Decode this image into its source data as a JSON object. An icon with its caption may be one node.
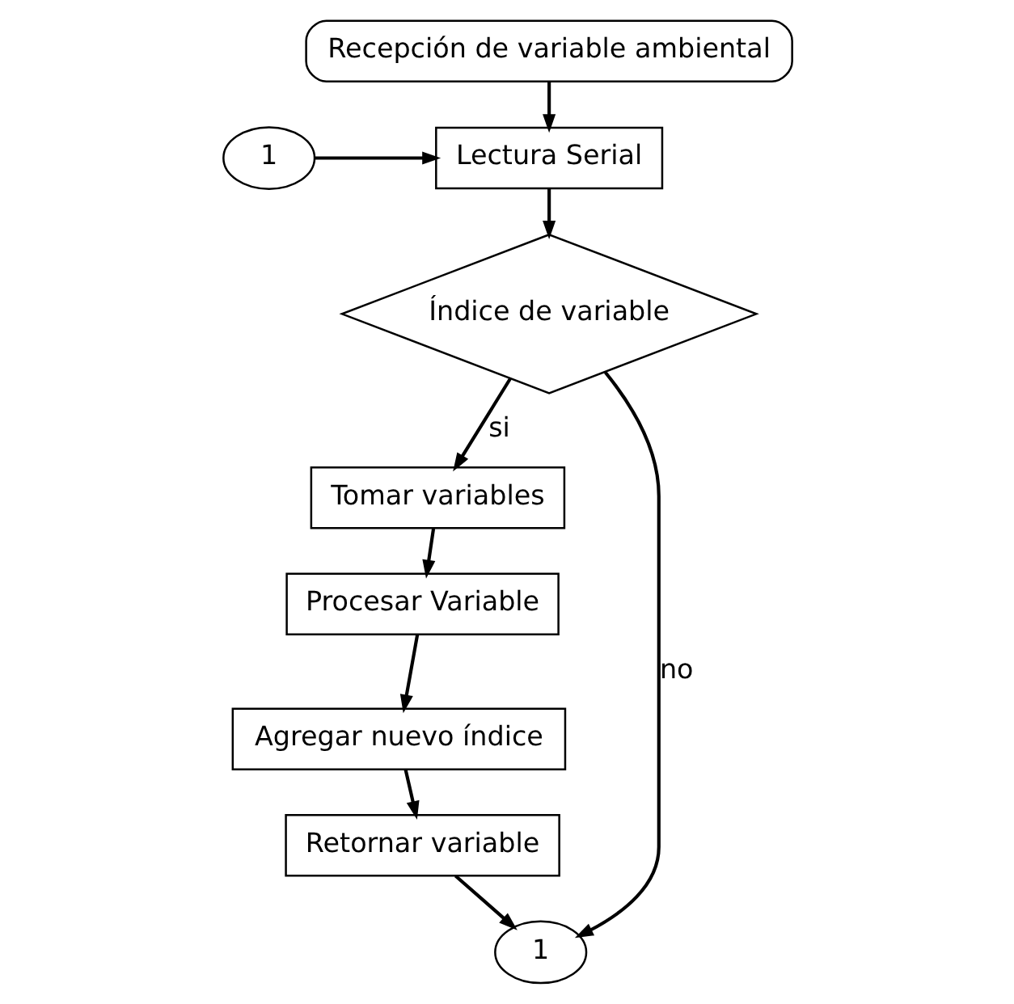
{
  "diagram": {
    "nodes": [
      {
        "text": [
          "Recepción de variable ambiental"
        ]
      },
      {
        "text": [
          "1"
        ]
      },
      {
        "text": [
          "Lectura Serial"
        ]
      },
      {
        "text": [
          "Índice de variable"
        ]
      },
      {
        "text": [
          "Tomar variables"
        ]
      },
      {
        "text": [
          "Procesar Variable"
        ]
      },
      {
        "text": [
          "Agregar nuevo índice"
        ]
      },
      {
        "text": [
          "Retornar variable"
        ]
      },
      {
        "text": [
          "1"
        ]
      }
    ],
    "edges": [
      {
        "from": 0,
        "to": 2,
        "arrow": "to"
      },
      {
        "from": 1,
        "to": 2,
        "arrow": "to"
      },
      {
        "from": 2,
        "to": 3,
        "arrow": "to"
      },
      {
        "from": 3,
        "to": 4,
        "arrow": "to",
        "label": "si"
      },
      {
        "from": 4,
        "to": 5,
        "arrow": "to"
      },
      {
        "from": 5,
        "to": 6,
        "arrow": "to"
      },
      {
        "from": 6,
        "to": 7,
        "arrow": "to"
      },
      {
        "from": 3,
        "to": 8,
        "arrow": "to",
        "label": "no"
      },
      {
        "from": 7,
        "to": 8,
        "arrow": "to"
      }
    ]
  }
}
